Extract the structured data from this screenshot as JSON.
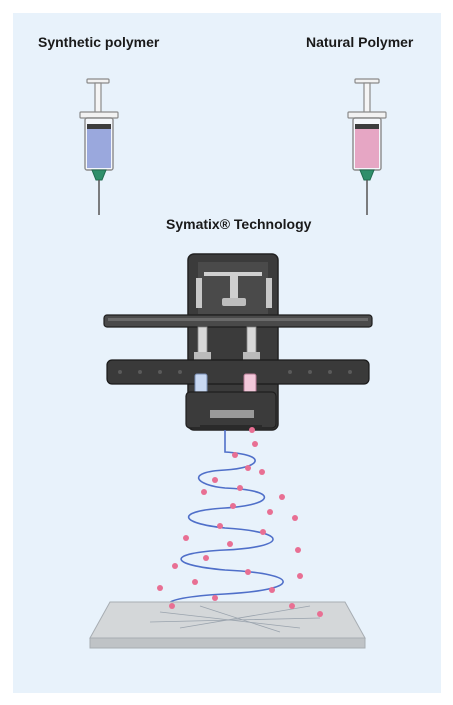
{
  "labels": {
    "synthetic": "Synthetic polymer",
    "natural": "Natural Polymer",
    "technology": "Symatix® Technology"
  },
  "colors": {
    "background_panel": "#e8f2fb",
    "synthetic_fluid": "#9aa8dd",
    "natural_fluid": "#e6a6c4",
    "fiber_blue": "#4f6fc9",
    "droplet_pink": "#e86f93",
    "printer_dark": "#3a3a3a",
    "needle_green": "#2f8f6b",
    "substrate": "#d4d7d9"
  },
  "icons": [
    "syringe-icon",
    "syringe-icon",
    "printer-icon",
    "fiber-helix",
    "droplets",
    "collector-plate"
  ]
}
